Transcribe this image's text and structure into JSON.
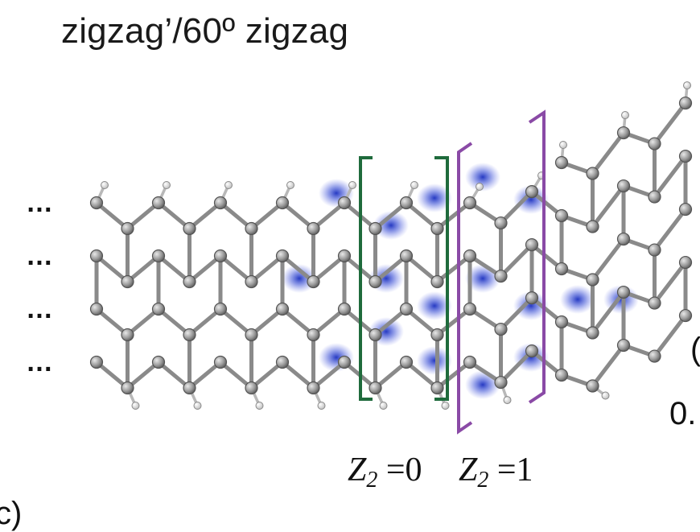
{
  "title": "zigzag’/60º zigzag",
  "ellipsis": [
    "…",
    "…",
    "…",
    "…"
  ],
  "labels": [
    {
      "symbol": "Z",
      "subscript": "2",
      "value": "=0"
    },
    {
      "symbol": "Z",
      "subscript": "2",
      "value": "=1"
    }
  ],
  "edge_fragments": {
    "right_upper": "(",
    "right_lower": "0.",
    "bottom_left": "c)"
  },
  "colors": {
    "carbon": "#9a9a9a",
    "carbon_outline": "#555555",
    "bond": "#8a8a8a",
    "hydrogen": "#f2f2f2",
    "density": "#1a2fbf",
    "bracket_z2_0": "#1f6b3c",
    "bracket_z2_1": "#8a4aa6"
  }
}
